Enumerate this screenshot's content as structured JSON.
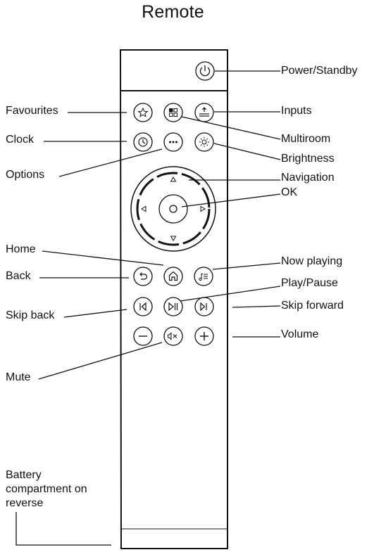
{
  "title": "Remote",
  "labels": {
    "power": "Power/Standby",
    "favourites": "Favourites",
    "inputs": "Inputs",
    "clock": "Clock",
    "multiroom": "Multiroom",
    "brightness": "Brightness",
    "options": "Options",
    "navigation": "Navigation",
    "ok": "OK",
    "home": "Home",
    "now_playing": "Now playing",
    "back": "Back",
    "play_pause": "Play/Pause",
    "skip_back": "Skip back",
    "skip_forward": "Skip forward",
    "volume": "Volume",
    "mute": "Mute",
    "battery": "Battery compartment on reverse"
  },
  "icons": {
    "power": "power-icon",
    "favourites": "star-icon",
    "multiroom": "grid-icon",
    "inputs": "inputs-icon",
    "clock": "clock-icon",
    "options": "ellipsis-icon",
    "brightness": "sun-icon",
    "nav_up": "triangle-up-icon",
    "nav_down": "triangle-down-icon",
    "nav_left": "triangle-left-icon",
    "nav_right": "triangle-right-icon",
    "ok": "circle-icon",
    "back": "back-arrow-icon",
    "home": "home-icon",
    "now_playing": "music-list-icon",
    "skip_back": "skip-back-icon",
    "play_pause": "play-pause-icon",
    "skip_forward": "skip-forward-icon",
    "volume_down": "minus-icon",
    "mute": "mute-icon",
    "volume_up": "plus-icon"
  }
}
